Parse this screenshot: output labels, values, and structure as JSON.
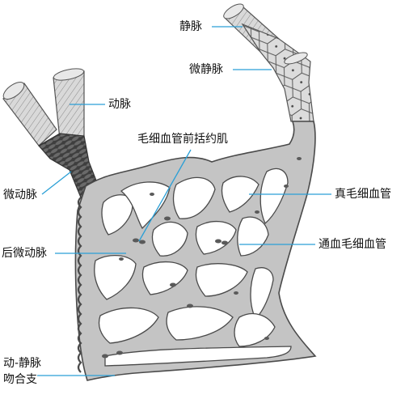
{
  "labels": {
    "vein": "静脉",
    "venule": "微静脉",
    "artery": "动脉",
    "precap_sphincter": "毛细血管前括约肌",
    "arteriole": "微动脉",
    "true_capillary": "真毛细血管",
    "metarteriole": "后微动脉",
    "thoroughfare": "通血毛细血管",
    "anastomosis_line1": "动-静脉",
    "anastomosis_line2": "吻合支"
  },
  "colors": {
    "vessel_fill": "#c4c4c4",
    "vessel_outline": "#4a4a4a",
    "inner_hole": "#ffffff",
    "smooth_muscle": "#5a5a5a",
    "leader_line": "#2a9fd6",
    "text": "#111111"
  }
}
